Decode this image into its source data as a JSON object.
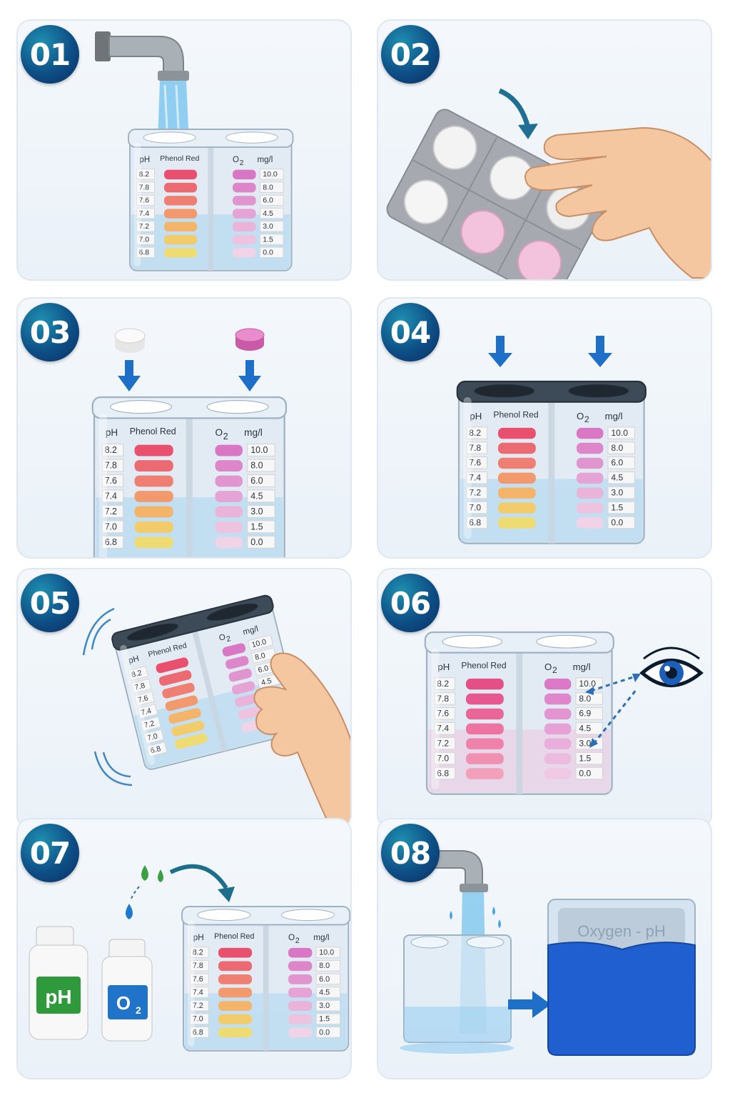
{
  "steps": [
    {
      "number": "01",
      "action": "fill"
    },
    {
      "number": "02",
      "action": "take-tablets"
    },
    {
      "number": "03",
      "action": "add-tablets"
    },
    {
      "number": "04",
      "action": "close-lid"
    },
    {
      "number": "05",
      "action": "shake"
    },
    {
      "number": "06",
      "action": "read-result"
    },
    {
      "number": "07",
      "action": "add-reagent"
    },
    {
      "number": "08",
      "action": "rinse-store"
    }
  ],
  "tester": {
    "ph_label": "pH",
    "indicator_label": "Phenol Red",
    "o2_label": "O",
    "o2_sub": "2",
    "unit_label": "mg/l",
    "ph_values": [
      "8.2",
      "7.8",
      "7.6",
      "7.4",
      "7.2",
      "7.0",
      "6.8"
    ],
    "o2_values": [
      "10.0",
      "8.0",
      "6.0",
      "4.5",
      "3.0",
      "1.5",
      "0.0"
    ],
    "o2_values_step06": [
      "10.0",
      "8.0",
      "6.9",
      "4.5",
      "3.0",
      "1.5",
      "0.0"
    ],
    "ph_colors": [
      "#e8506e",
      "#ec6a72",
      "#ef7f72",
      "#f29a6e",
      "#f4b46a",
      "#f2cc6a",
      "#eedc72"
    ],
    "o2_colors": [
      "#d977c4",
      "#dd86c9",
      "#e195cf",
      "#e5a4d5",
      "#e9b3da",
      "#edc3e0",
      "#f1d3e7"
    ],
    "ph_colors_step06": [
      "#e44f86",
      "#e75890",
      "#ea6698",
      "#ed74a0",
      "#ef82a8",
      "#f191b1",
      "#f3a0ba"
    ],
    "o2_colors_step06": [
      "#dc79c7",
      "#df86cc",
      "#e394d1",
      "#e6a1d6",
      "#e9aedb",
      "#ecbbe0",
      "#efc8e5"
    ]
  },
  "bottles": {
    "ph_label": "pH",
    "o2_label": "O",
    "o2_sub": "2"
  },
  "storage_box": {
    "brand": "Oxygen - pH"
  },
  "colors": {
    "badge": "#0d4f86",
    "arrow": "#1e6fc8",
    "panel_border": "#dfe7f1",
    "box_blue": "#1f5fd0",
    "ph_bottle_label": "#2f9a3c",
    "o2_bottle_label": "#1f74c9"
  },
  "icons": [
    "faucet-icon",
    "blister-pack-icon",
    "hand-icon",
    "down-arrow-icon",
    "eye-icon",
    "dropper-drop-icon",
    "curved-arrow-icon",
    "storage-box-icon"
  ]
}
